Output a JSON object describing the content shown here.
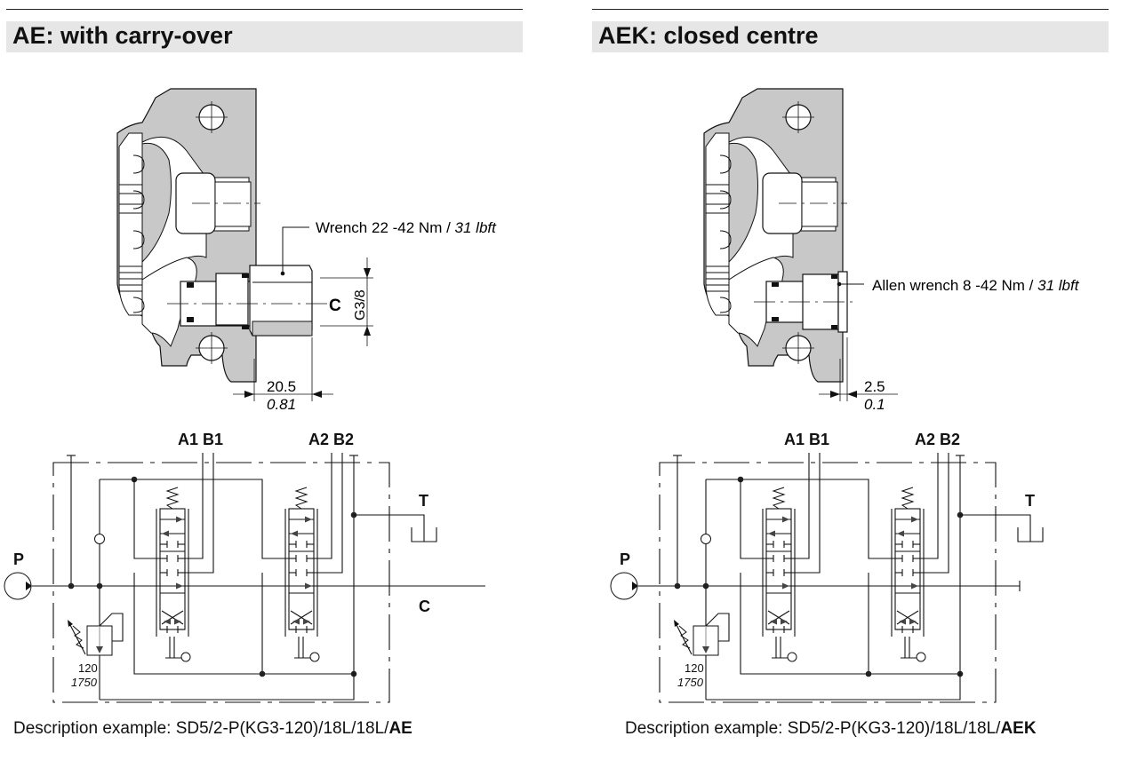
{
  "panels": [
    {
      "id": "ae",
      "title": "AE: with carry-over",
      "section": {
        "annotation_main": "Wrench 22 -42 Nm / ",
        "annotation_italic": "31 lbft",
        "port_label": "C",
        "thread_label": "G3/8",
        "dim_mm": "20.5",
        "dim_in": "0.81"
      },
      "schematic": {
        "pump_label": "P",
        "tank_label": "T",
        "carryover_label": "C",
        "section1_label": "A1 B1",
        "section2_label": "A2 B2",
        "relief_bar": "120",
        "relief_psi": "1750"
      },
      "description_prefix": "Description example: SD5/2-P(KG3-120)/18L/18L/",
      "description_code": "AE"
    },
    {
      "id": "aek",
      "title": "AEK: closed centre",
      "section": {
        "annotation_main": "Allen wrench 8 -42 Nm / ",
        "annotation_italic": "31 lbft",
        "dim_mm": "2.5",
        "dim_in": "0.1"
      },
      "schematic": {
        "pump_label": "P",
        "tank_label": "T",
        "section1_label": "A1 B1",
        "section2_label": "A2 B2",
        "relief_bar": "120",
        "relief_psi": "1750"
      },
      "description_prefix": "Description example: SD5/2-P(KG3-120)/18L/18L/",
      "description_code": "AEK"
    }
  ],
  "colors": {
    "body_fill": "#c8c8c8",
    "header_bg": "#e6e6e6",
    "line": "#111111"
  }
}
